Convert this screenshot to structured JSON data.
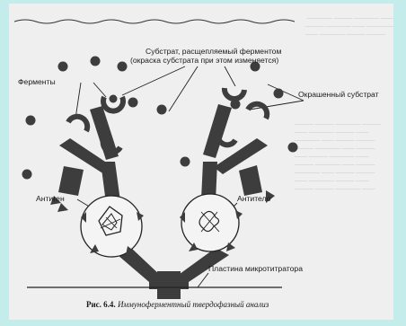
{
  "labels": {
    "substrate_line1": "Субстрат, расщепляемый ферментом",
    "substrate_line2": "(окраска субстрата при этом изменяется)",
    "enzymes": "Ферменты",
    "colored_substrate": "Окрашенный субстрат",
    "antigen": "Антиген",
    "antibody": "Антитело",
    "microtiter_plate": "Пластина микротитратора"
  },
  "caption": {
    "figure_number": "Рис. 6.4.",
    "text": "Иммуноферментный твердофазный анализ"
  },
  "colors": {
    "page_background": "#c4ecea",
    "figure_background": "#efefef",
    "molecule_fill": "#3d3d3d",
    "ink": "#1a1a1a"
  }
}
